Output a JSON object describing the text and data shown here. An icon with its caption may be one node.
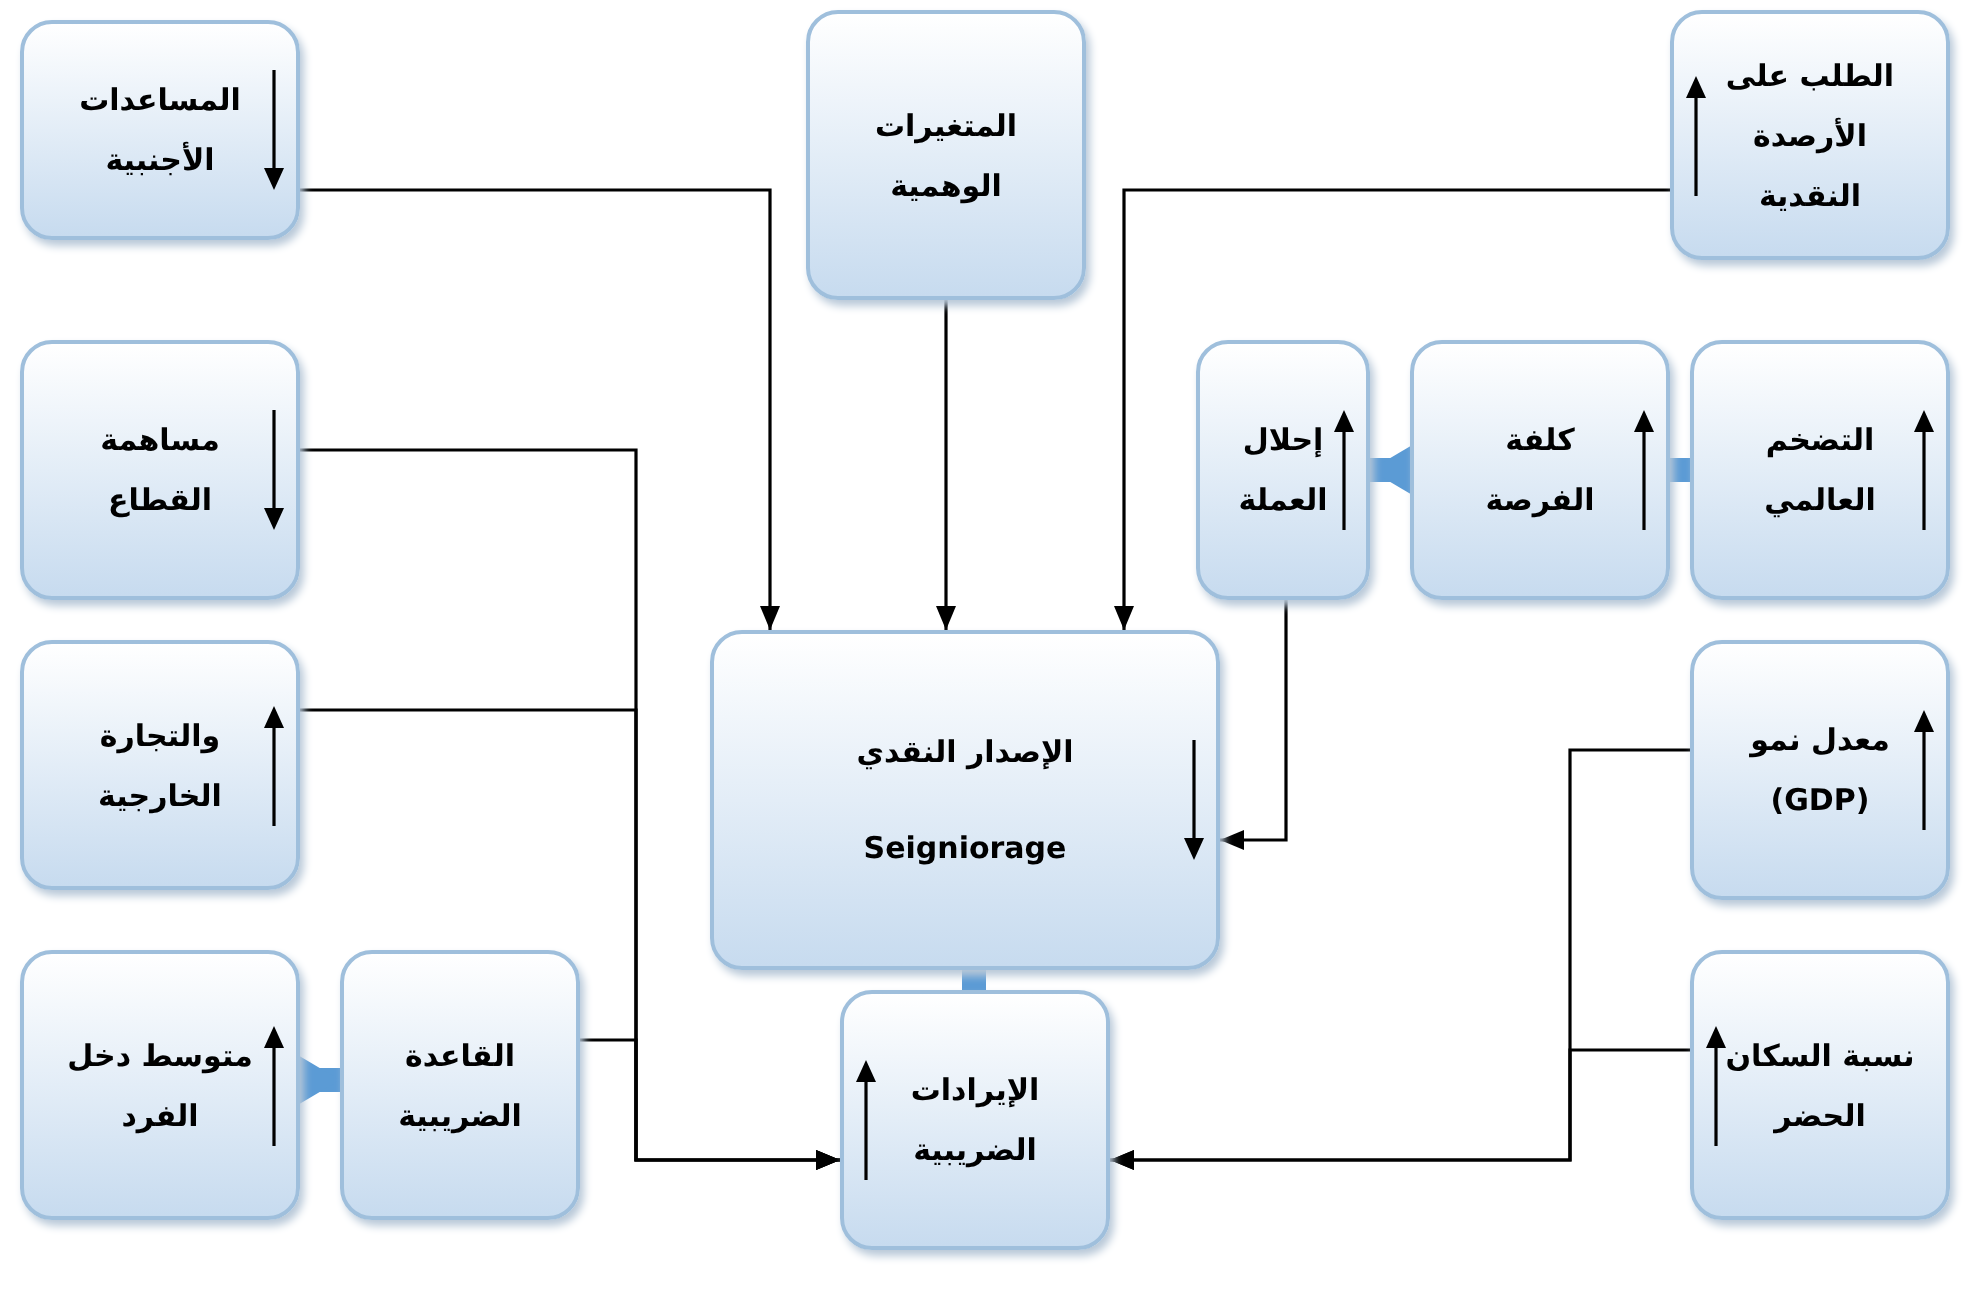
{
  "diagram": {
    "nodes": [
      {
        "text": [
          "المساعدات الأجنبية"
        ]
      },
      {
        "text": [
          "المتغيرات الوهمية"
        ]
      },
      {
        "text": [
          "الطلب على الأرصدة النقدية"
        ]
      },
      {
        "text": [
          "مساهمة القطاع"
        ]
      },
      {
        "text": [
          "إحلال العملة"
        ]
      },
      {
        "text": [
          "كلفة الفرصة"
        ]
      },
      {
        "text": [
          "التضخم العالمي"
        ]
      },
      {
        "text": [
          "الإصدار النقدي",
          "Seigniorage"
        ]
      },
      {
        "text": [
          "والتجارة الخارجية"
        ]
      },
      {
        "text": [
          "معدل نمو (GDP)"
        ]
      },
      {
        "text": [
          "متوسط دخل الفرد"
        ]
      },
      {
        "text": [
          "القاعدة الضريبية"
        ]
      },
      {
        "text": [
          "الإيرادات الضريبية"
        ]
      },
      {
        "text": [
          "نسبة السكان الحضر"
        ]
      }
    ],
    "edges": [
      {
        "from": 0,
        "to": 7,
        "arrow": "to"
      },
      {
        "from": 1,
        "to": 7,
        "arrow": "to"
      },
      {
        "from": 2,
        "to": 7,
        "arrow": "to"
      },
      {
        "from": 6,
        "to": 5,
        "arrow": "to",
        "style": "thick",
        "color": "#5b9bd5"
      },
      {
        "from": 5,
        "to": 4,
        "arrow": "to",
        "style": "thick",
        "color": "#5b9bd5"
      },
      {
        "from": 4,
        "to": 7,
        "arrow": "to"
      },
      {
        "from": 3,
        "to": 12,
        "arrow": "to"
      },
      {
        "from": 8,
        "to": 12,
        "arrow": "to"
      },
      {
        "from": 11,
        "to": 12,
        "arrow": "to"
      },
      {
        "from": 10,
        "to": 11,
        "arrow": "to",
        "style": "thick",
        "color": "#5b9bd5"
      },
      {
        "from": 9,
        "to": 12,
        "arrow": "to"
      },
      {
        "from": 13,
        "to": 12,
        "arrow": "to"
      },
      {
        "from": 12,
        "to": 7,
        "arrow": "to",
        "style": "thick",
        "color": "#5b9bd5"
      }
    ]
  }
}
